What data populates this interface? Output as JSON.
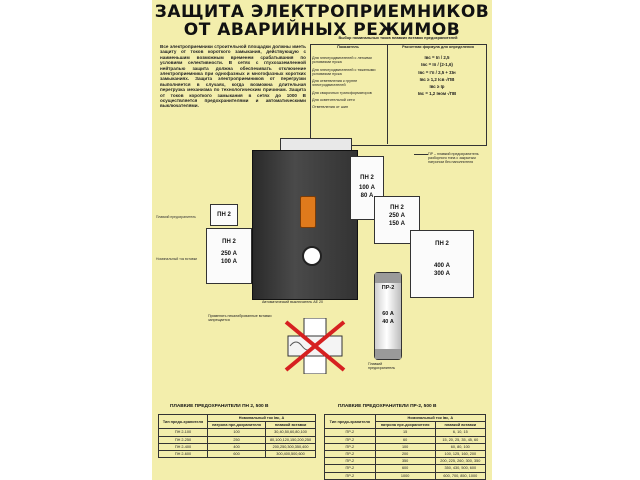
{
  "poster": {
    "title_line1": "ЗАЩИТА ЭЛЕКТРОПРИЕМНИКОВ",
    "title_line2": "ОТ АВАРИЙНЫХ РЕЖИМОВ",
    "intro_text": "Все электроприемники строительной площадки должны иметь защиту от токов короткого замыкания, действующую с наименьшим возможным временем срабатывания по условиям селективности. В сетях с глухозаземленной нейтралью защита должна обеспечивать отключение электроприемника при однофазных и многофазных коротких замыканиях. Защита электроприемников от перегрузки выполняется в случаях, когда возможна длительная перегрузка механизма по технологическим причинам. Защита от токов короткого замыкания в сетях до 1000 В осуществляется предохранителями и автоматическими выключателями.",
    "colors": {
      "background": "#f3eeac",
      "handle": "#e07a1c",
      "cross": "#d62020"
    }
  },
  "rating_table": {
    "header": "Выбор номинальных токов плавких вставок предохранителей",
    "col1_header": "Показатель",
    "col2_header": "Расчетная формула для определения",
    "rows": [
      "Для электродвигателей с легкими условиями пуска",
      "Для электродвигателей с тяжелыми условиями пуска",
      "Для ответвления к группе электродвигателей",
      "Для сварочных трансформаторов",
      "Для осветительной сети",
      "Ответвления от шин"
    ],
    "formulas": [
      "Iвс = Iп / 2,5",
      "Iвс = Iп / (2-1,6)",
      "Iвс = I'п / 2,5 + ΣIн",
      "Iвс ≥ 1,2 Iсв √ПВ",
      "Iвс ≥ Iр",
      "Iвс = 1,2 Iном √ПВ"
    ]
  },
  "pr_note": "ПР – плавкий предохранитель разборного типа с закрытым патроном без наполнителя",
  "apparatus": {
    "breaker_caption": "Автоматический выключатель АЕ 20",
    "fuse_left": {
      "top_label": "ПН 2",
      "label": "ПН 2",
      "current1": "250 А",
      "current2": "100 А"
    },
    "fuse_mid": {
      "label": "ПН 2",
      "current1": "100 А",
      "current2": "80 А"
    },
    "fuse_right1": {
      "label": "ПН 2",
      "current1": "250 А",
      "current2": "150 А"
    },
    "fuse_right2": {
      "label": "ПН 2",
      "current1": "400 А",
      "current2": "300 А"
    },
    "pr_fuse": {
      "label": "ПР-2",
      "current1": "60 А",
      "current2": "40 А"
    },
    "pr_caption": "Плавкий предохранитель",
    "wrong_caption": "Применять некалиброванные вставки запрещается",
    "left_caption_top": "Плавкий предохранитель",
    "left_caption_mid": "Номинальный ток вставки"
  },
  "table_pn2": {
    "title": "ПЛАВКИЕ ПРЕДОХРАНИТЕЛИ ПН 2, 500 В",
    "head_type": "Тип предо-хранителя",
    "head_nominal": "Номинальный ток Iвс, А",
    "head_cart": "патрона пре-дохранителя",
    "head_insert": "плавкой вставки",
    "rows": [
      [
        "ПН 2-100",
        "100",
        "30,40,50,60,80,100"
      ],
      [
        "ПН 2-250",
        "250",
        "80,100,120,150,200,250"
      ],
      [
        "ПН 2-400",
        "400",
        "200,250,300,350,400"
      ],
      [
        "ПН 2-600",
        "600",
        "300,400,500,600"
      ]
    ]
  },
  "table_pr2": {
    "title": "ПЛАВКИЕ ПРЕДОХРАНИТЕЛИ ПР-2, 500 В",
    "head_type": "Тип предо-хранителя",
    "head_nominal": "Номинальный ток Iвс, А",
    "head_cart": "патрона пре-дохранителя",
    "head_insert": "плавкой вставки",
    "rows": [
      [
        "ПР-2",
        "15",
        "6, 10, 15"
      ],
      [
        "ПР-2",
        "60",
        "15, 20, 25, 35, 45, 60"
      ],
      [
        "ПР-2",
        "100",
        "60, 80, 100"
      ],
      [
        "ПР-2",
        "200",
        "100, 125, 160, 200"
      ],
      [
        "ПР-2",
        "350",
        "200, 225, 260, 300, 350"
      ],
      [
        "ПР-2",
        "600",
        "350, 430, 500, 600"
      ],
      [
        "ПР-2",
        "1000",
        "600, 700, 850, 1000"
      ]
    ]
  }
}
